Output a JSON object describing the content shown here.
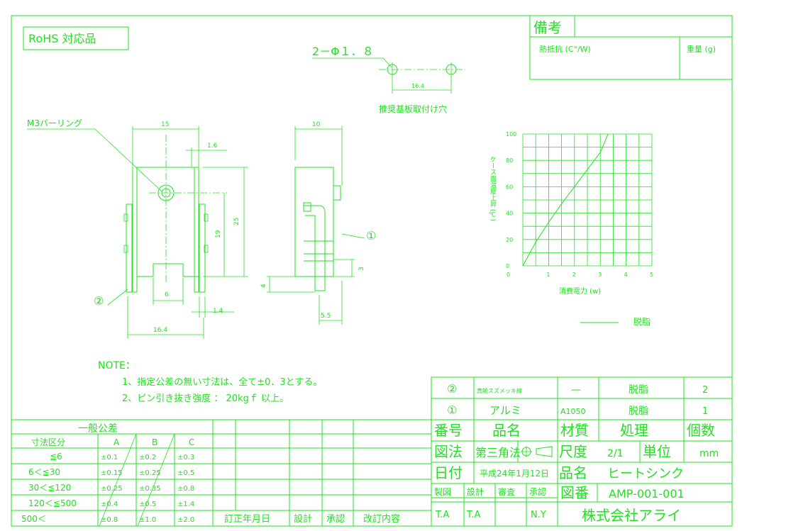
{
  "rohs": "RoHS 対応品",
  "remarks": {
    "title": "備考",
    "thermal_label": "熱抵抗 (C°/W)",
    "weight_label": "重量 (g)"
  },
  "holes": {
    "spec": "2－Φ１．８",
    "dim": "16.4",
    "caption": "推奨基板取付け穴"
  },
  "front_view": {
    "m3_label": "M3バーリング",
    "dims": {
      "top": "15",
      "t": "1.6",
      "h25": "25",
      "h19": "19",
      "w6": "6",
      "p14": "1.4",
      "w164": "16.4"
    },
    "part_ref": "②"
  },
  "side_view": {
    "dims": {
      "top": "10",
      "d3": "3",
      "d4": "4",
      "d55": "5.5"
    },
    "part_ref": "①"
  },
  "chart_data": {
    "type": "line",
    "ylabel": "ケース面温度上昇 (℃)",
    "xlabel": "消費電力 (w)",
    "xlim": [
      0,
      5
    ],
    "ylim": [
      0,
      100
    ],
    "x_ticks": [
      "0",
      "1",
      "2",
      "3",
      "4",
      "5"
    ],
    "y_ticks": [
      "0",
      "20",
      "40",
      "60",
      "80",
      "100"
    ],
    "grid": true,
    "x": [
      0,
      0.5,
      1,
      1.5,
      2,
      2.5,
      3,
      3.3
    ],
    "y": [
      0,
      18,
      33,
      47,
      60,
      73,
      86,
      100
    ],
    "legend": "脱脂"
  },
  "notes": {
    "title": "NOTE：",
    "lines": [
      "1、指定公差の無い寸法は、全て±0．3とする。",
      "2、ピン引き抜き強度 ： 20kgｆ 以上。"
    ]
  },
  "tolerance": {
    "title": "一般公差",
    "headers": [
      "寸法区分",
      "A",
      "B",
      "C"
    ],
    "rows": [
      [
        "≦6",
        "±0.1",
        "±0.2",
        "±0.3"
      ],
      [
        "6＜≦30",
        "±0.15",
        "±0.25",
        "±0.5"
      ],
      [
        "30＜≦120",
        "±0.25",
        "±0.35",
        "±0.8"
      ],
      [
        "120＜≦500",
        "±0.4",
        "±0.5",
        "±1.4"
      ],
      [
        "500＜",
        "±0.8",
        "±1.0",
        "±2.0"
      ]
    ]
  },
  "revision": {
    "headers": [
      "訂正年月日",
      "設計",
      "承認",
      "改訂内容"
    ]
  },
  "parts": [
    {
      "no": "②",
      "name": "真鍮スズメッキ線",
      "material": "—",
      "treatment": "脱脂",
      "qty": "2"
    },
    {
      "no": "①",
      "name": "アルミ",
      "material": "A1050",
      "treatment": "脱脂",
      "qty": "1"
    }
  ],
  "title_block": {
    "no_label": "番号",
    "name_label": "品名",
    "material_label": "材質",
    "treatment_label": "処理",
    "qty_label": "個数",
    "method_label": "図法",
    "method_value": "第三角法",
    "scale_label": "尺度",
    "scale_value": "2/1",
    "unit_label": "単位",
    "unit_value": "mm",
    "date_label": "日付",
    "date_value": "平成24年1月12日",
    "product_label": "品名",
    "product_value": "ヒートシンク",
    "drawn_label": "製図",
    "design_label": "設計",
    "check_label": "審査",
    "approve_label": "承認",
    "drawing_no_label": "図番",
    "drawing_no": "AMP-001-001",
    "drawn_by": "T.A",
    "designed_by": "T.A",
    "approved_by": "N.Y",
    "company": "株式会社アライ"
  }
}
